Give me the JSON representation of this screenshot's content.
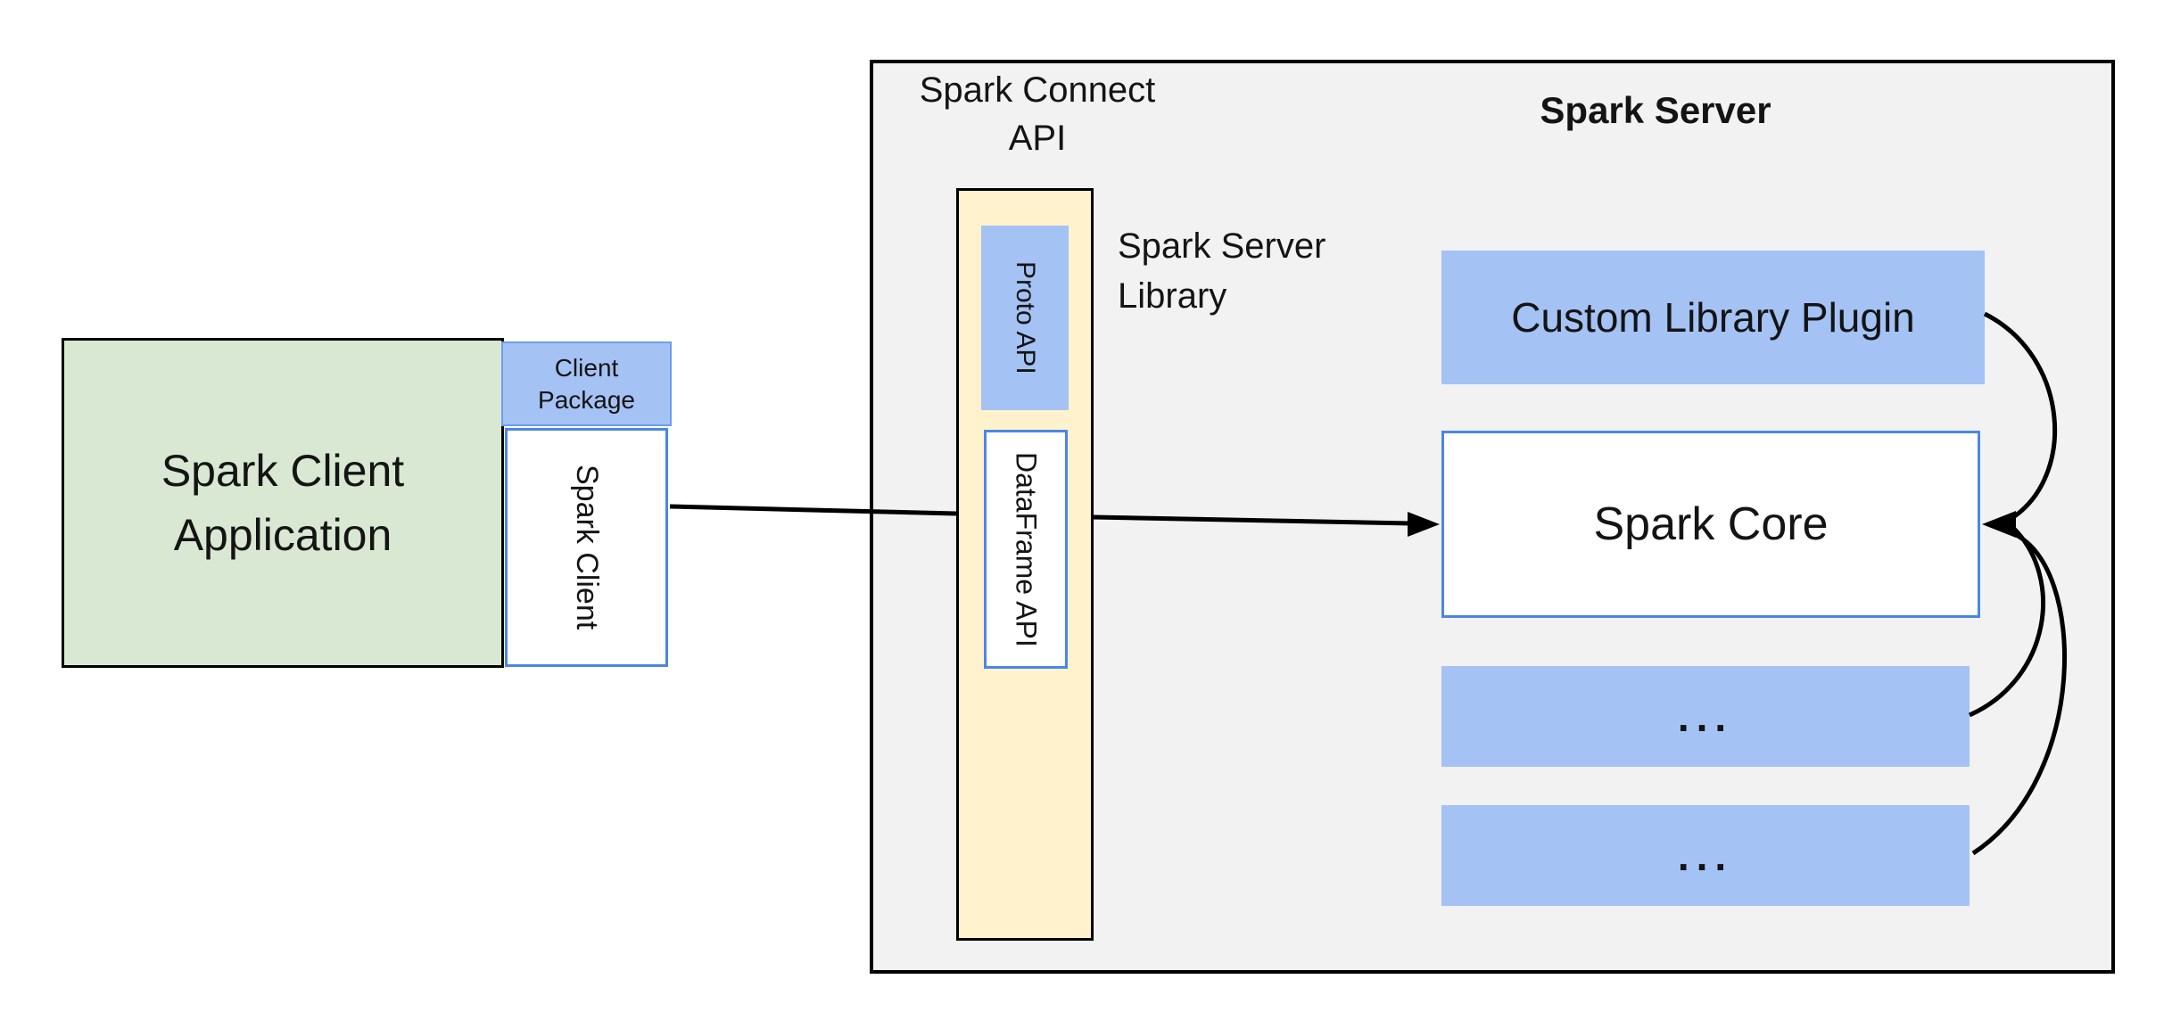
{
  "labels": {
    "client_app_line1": "Spark Client",
    "client_app_line2": "Application",
    "client_package_line1": "Client",
    "client_package_line2": "Package",
    "spark_client": "Spark Client",
    "connect_api_line1": "Spark Connect",
    "connect_api_line2": "API",
    "proto_api": "Proto API",
    "dataframe_api": "DataFrame API",
    "server_library_line1": "Spark Server",
    "server_library_line2": "Library",
    "server_title": "Spark Server",
    "plugin": "Custom Library Plugin",
    "core": "Spark Core",
    "ellipsis_1": "...",
    "ellipsis_2": "..."
  },
  "colors": {
    "gray_fill": "#f2f2f2",
    "green_fill": "#d9e8d2",
    "yellow_fill": "#fff2cc",
    "blue_fill": "#a4c2f4",
    "blue_border": "#4a86e8",
    "package_border": "#6d9eeb",
    "line": "#000000"
  }
}
